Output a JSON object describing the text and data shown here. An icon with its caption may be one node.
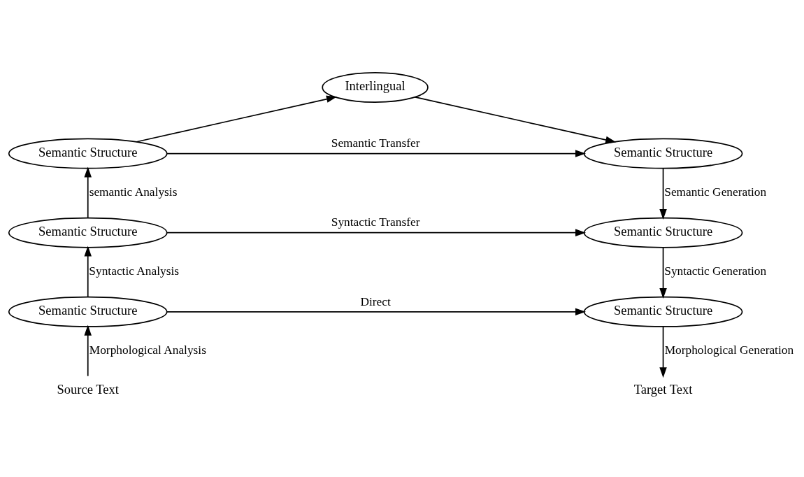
{
  "diagram": {
    "nodes": [
      {
        "text": [
          "Interlingual"
        ]
      },
      {
        "text": [
          "Semantic Structure"
        ]
      },
      {
        "text": [
          "Semantic Structure"
        ]
      },
      {
        "text": [
          "Semantic Structure"
        ]
      },
      {
        "text": [
          "Semantic Structure"
        ]
      },
      {
        "text": [
          "Semantic Structure"
        ]
      },
      {
        "text": [
          "Semantic Structure"
        ]
      },
      {
        "text": [
          "Source Text"
        ]
      },
      {
        "text": [
          "Target Text"
        ]
      }
    ],
    "edges": [
      {
        "from": 7,
        "to": 5,
        "arrow": "to",
        "label": "Morphological Analysis"
      },
      {
        "from": 5,
        "to": 3,
        "arrow": "to",
        "label": "Syntactic Analysis"
      },
      {
        "from": 3,
        "to": 1,
        "arrow": "to",
        "label": "semantic Analysis"
      },
      {
        "from": 1,
        "to": 0,
        "arrow": "to"
      },
      {
        "from": 0,
        "to": 2,
        "arrow": "to"
      },
      {
        "from": 1,
        "to": 2,
        "arrow": "to",
        "label": "Semantic Transfer"
      },
      {
        "from": 2,
        "to": 4,
        "arrow": "to",
        "label": "Semantic Generation"
      },
      {
        "from": 3,
        "to": 4,
        "arrow": "to",
        "label": "Syntactic Transfer"
      },
      {
        "from": 4,
        "to": 6,
        "arrow": "to",
        "label": "Syntactic Generation"
      },
      {
        "from": 5,
        "to": 6,
        "arrow": "to",
        "label": "Direct"
      },
      {
        "from": 6,
        "to": 8,
        "arrow": "to",
        "label": "Morphological Generation"
      }
    ]
  }
}
